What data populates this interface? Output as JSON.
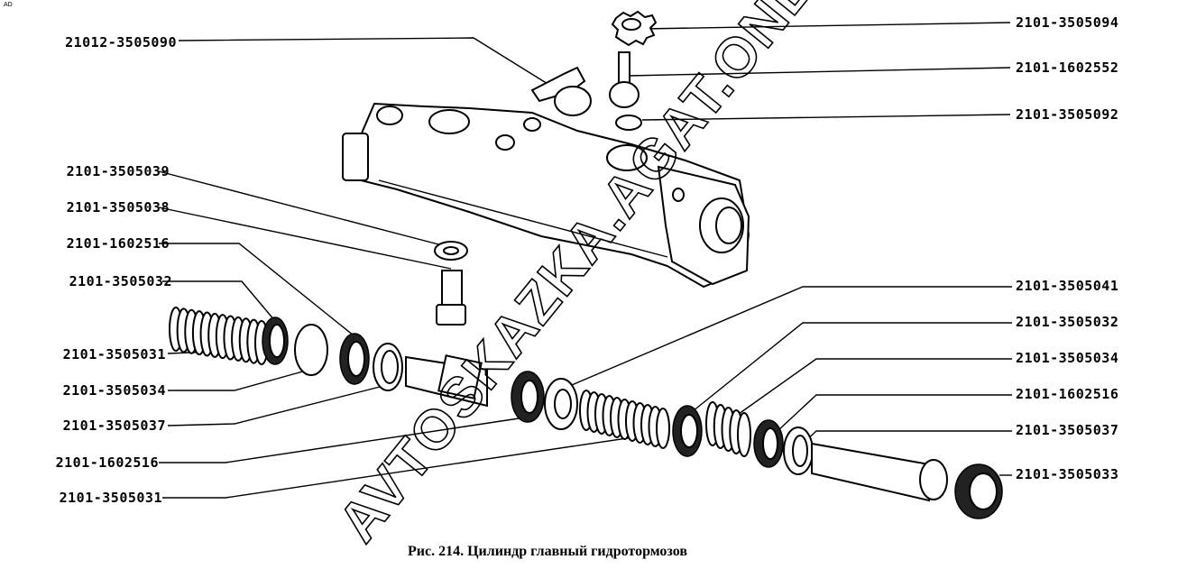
{
  "corner_mark": "AD",
  "caption": "Рис. 214. Цилиндр главный гидротормозов",
  "watermark": "AVTOSKAZKA.AGAT.ONLINE",
  "labels_left": [
    "21012-3505090",
    "2101-3505039",
    "2101-3505038",
    "2101-1602516",
    "2101-3505032",
    "2101-3505031",
    "2101-3505034",
    "2101-3505037",
    "2101-1602516",
    "2101-3505031"
  ],
  "labels_right": [
    "2101-3505094",
    "2101-1602552",
    "2101-3505092",
    "2101-3505041",
    "2101-3505032",
    "2101-3505034",
    "2101-1602516",
    "2101-3505037",
    "2101-3505033"
  ]
}
